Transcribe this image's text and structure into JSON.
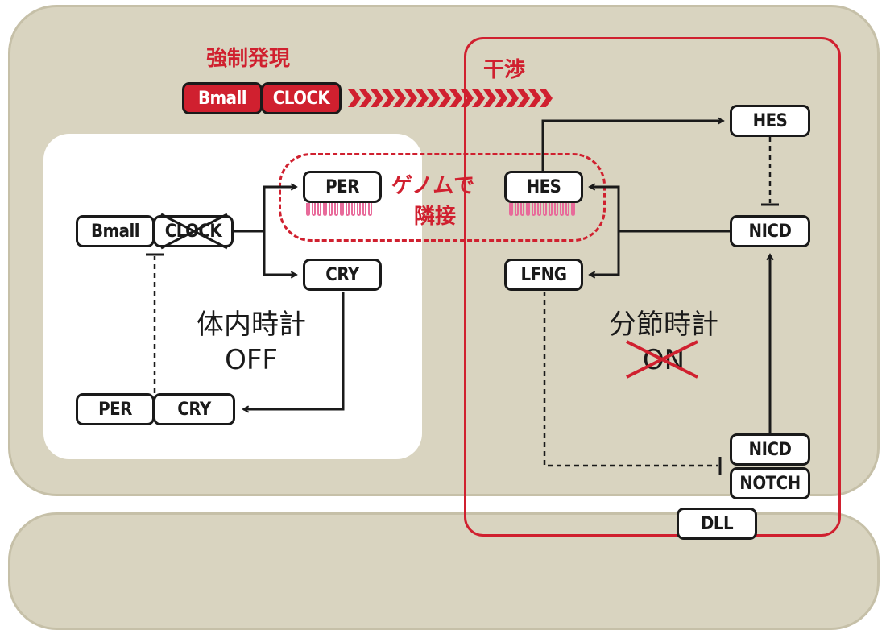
{
  "labels": {
    "forced_expression": "強制発現",
    "interference": "干渉",
    "genome_adjacent_line1": "ゲノムで",
    "genome_adjacent_line2": "隣接",
    "body_clock_line1": "体内時計",
    "body_clock_line2": "OFF",
    "segment_clock_line1": "分節時計",
    "segment_clock_line2": "ON"
  },
  "nodes": {
    "bmall_forced": "Bmall",
    "clock_forced": "CLOCK",
    "bmall": "Bmall",
    "clock": "CLOCK",
    "per_top": "PER",
    "cry_top": "CRY",
    "per_bottom": "PER",
    "cry_bottom": "CRY",
    "hes_left": "HES",
    "lfng": "LFNG",
    "hes_right": "HES",
    "nicd_mid": "NICD",
    "nicd_bottom": "NICD",
    "notch": "NOTCH",
    "dll": "DLL"
  },
  "colors": {
    "accent_red": "#d0202f",
    "panel_beige": "#d9d4c0",
    "tick_pink": "#e86a9a",
    "ink": "#1a1a1a"
  }
}
